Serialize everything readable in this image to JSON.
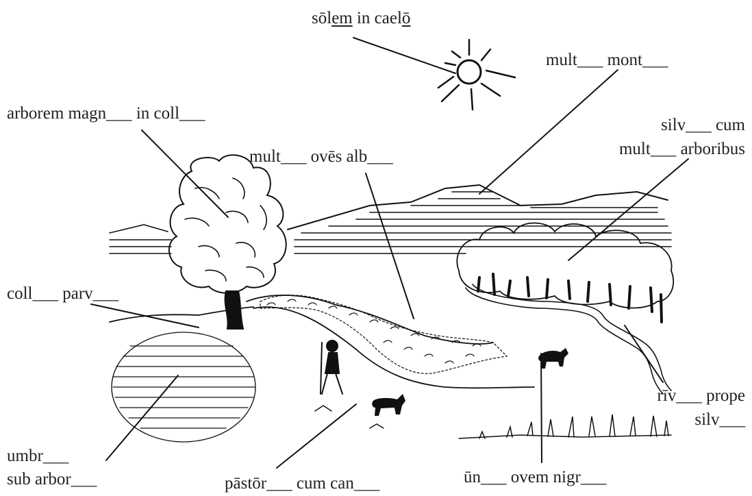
{
  "labels": {
    "sol": {
      "a": "sōl",
      "b": "em",
      "c": " in cael",
      "d": "ō"
    },
    "montes": "mult___ mont___",
    "arbor": "arborem magn___ in coll___",
    "silva_1": "silv___ cum",
    "silva_2": "mult___ arboribus",
    "oves": "mult___ ovēs alb___",
    "collis": "coll___ parv___",
    "rivus_1": "rīv___ prope",
    "rivus_2": "silv___",
    "umbra_1": "umbr___",
    "umbra_2": "sub arbor___",
    "pastor": "pāstōr___ cum can___",
    "ovis_nigra": "ūn___ ovem nigr___"
  }
}
